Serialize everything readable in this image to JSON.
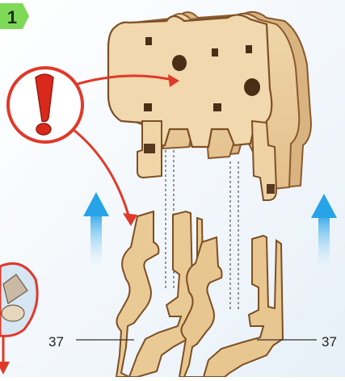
{
  "step": {
    "number": "1"
  },
  "callouts": {
    "left_part": "37",
    "right_part": "37"
  },
  "icons": {
    "warning": "exclamation-icon",
    "lift_left": "up-arrow-icon",
    "lift_right": "up-arrow-icon",
    "down": "down-arrow-icon"
  },
  "colors": {
    "step_badge": "#7ed957",
    "warning_red": "#e03a2a",
    "arrow_blue": "#29a4e6",
    "plywood": "#e8c99a",
    "plywood_edge": "#9a6a3a",
    "background_tint": "#eef5fb"
  }
}
